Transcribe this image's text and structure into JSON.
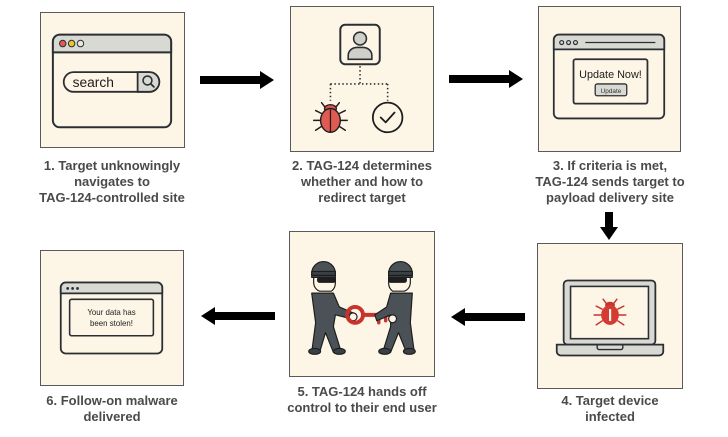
{
  "colors": {
    "panel_bg": "#fdf6e6",
    "ink": "#2b2f33",
    "label_text": "#4a4a4a",
    "bug_red": "#d9534f",
    "key_red": "#c9332c",
    "chrome_gray": "#d9d9d3",
    "thief_gray": "#4a5258"
  },
  "steps": [
    {
      "number": "1",
      "label_lines": [
        "1. Target unknowingly",
        "navigates to",
        "TAG-124-controlled site"
      ],
      "illustration": "browser-search-window",
      "search_text": "search",
      "icons": [
        "window-dots-icon",
        "search-icon"
      ]
    },
    {
      "number": "2",
      "label_lines": [
        "2. TAG-124 determines",
        "whether and how to",
        "redirect target"
      ],
      "illustration": "decision-tree",
      "icons": [
        "user-icon",
        "bug-icon",
        "check-circle-icon"
      ]
    },
    {
      "number": "3",
      "label_lines": [
        "3. If criteria is met,",
        "TAG-124 sends target to",
        "payload delivery site"
      ],
      "illustration": "fake-update-window",
      "popup_title": "Update Now!",
      "popup_button": "Update",
      "icons": [
        "window-dots-icon"
      ]
    },
    {
      "number": "4",
      "label_lines": [
        "4. Target device",
        "infected"
      ],
      "illustration": "infected-laptop",
      "icons": [
        "laptop-icon",
        "bug-icon"
      ]
    },
    {
      "number": "5",
      "label_lines": [
        "5. TAG-124 hands off",
        "control to their end user"
      ],
      "illustration": "thieves-key-handoff",
      "icons": [
        "thief-icon",
        "key-icon",
        "thief-icon"
      ]
    },
    {
      "number": "6",
      "label_lines": [
        "6. Follow-on malware",
        "delivered"
      ],
      "illustration": "data-stolen-window",
      "message_lines": [
        "Your data has",
        "been stolen!"
      ],
      "icons": [
        "window-dots-icon"
      ]
    }
  ],
  "arrows": [
    {
      "from": "1",
      "to": "2",
      "direction": "right"
    },
    {
      "from": "2",
      "to": "3",
      "direction": "right"
    },
    {
      "from": "3",
      "to": "4",
      "direction": "down"
    },
    {
      "from": "4",
      "to": "5",
      "direction": "left"
    },
    {
      "from": "5",
      "to": "6",
      "direction": "left"
    }
  ]
}
